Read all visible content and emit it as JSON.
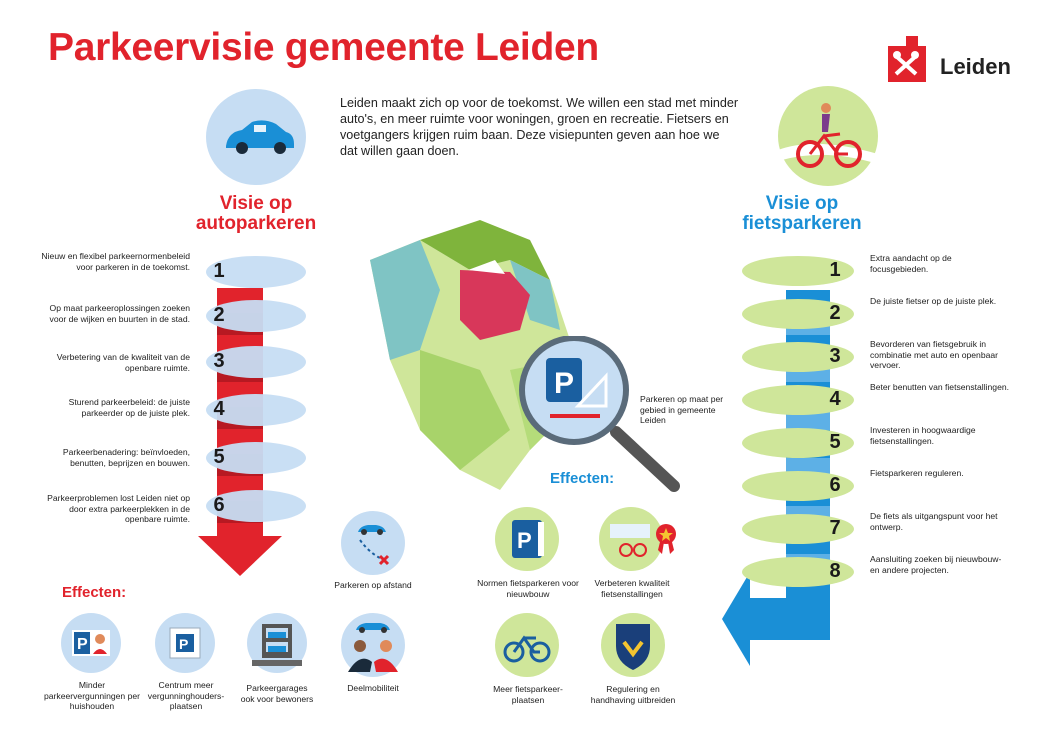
{
  "title": "Parkeervisie gemeente Leiden",
  "logo": {
    "text": "Leiden"
  },
  "intro": "Leiden maakt zich op voor de toekomst. We willen een stad met minder auto's, en meer ruimte voor woningen, groen en recreatie. Fietsers en voetgangers krijgen ruim baan. Deze visiepunten geven aan hoe we dat willen gaan doen.",
  "car": {
    "title_line1": "Visie op",
    "title_line2": "autoparkeren",
    "items": [
      {
        "num": "1",
        "text": "Nieuw en flexibel parkeernormenbeleid voor parkeren in de toekomst."
      },
      {
        "num": "2",
        "text": "Op maat parkeeroplossingen zoeken voor de wijken en buurten in de stad."
      },
      {
        "num": "3",
        "text": "Verbetering van de kwaliteit van de openbare ruimte."
      },
      {
        "num": "4",
        "text": "Sturend parkeerbeleid: de juiste parkeerder op de juiste plek."
      },
      {
        "num": "5",
        "text": "Parkeerbenadering: beïnvloeden, benutten, beprijzen en bouwen."
      },
      {
        "num": "6",
        "text": "Parkeerproblemen lost Leiden niet op door extra parkeerplekken in de openbare ruimte."
      }
    ]
  },
  "bike": {
    "title_line1": "Visie op",
    "title_line2": "fietsparkeren",
    "items": [
      {
        "num": "1",
        "text": "Extra aandacht op de focusgebieden."
      },
      {
        "num": "2",
        "text": "De juiste fietser op de juiste plek."
      },
      {
        "num": "3",
        "text": "Bevorderen van fietsgebruik in combinatie met auto en openbaar vervoer."
      },
      {
        "num": "4",
        "text": "Beter benutten van fietsenstallingen."
      },
      {
        "num": "5",
        "text": "Investeren in hoogwaardige fietsenstallingen."
      },
      {
        "num": "6",
        "text": "Fietsparkeren reguleren."
      },
      {
        "num": "7",
        "text": "De fiets als uitgangspunt voor het ontwerp."
      },
      {
        "num": "8",
        "text": "Aansluiting zoeken bij nieuwbouw- en andere projecten."
      }
    ]
  },
  "map": {
    "caption": "Parkeren op maat per gebied in gemeente Leiden"
  },
  "car_effects": {
    "heading": "Effecten:",
    "items": [
      {
        "icon": "parking-permit-icon",
        "label": "Minder parkeervergunningen per huishouden"
      },
      {
        "icon": "parking-spots-icon",
        "label": "Centrum meer vergunninghouders-plaatsen"
      },
      {
        "icon": "parking-garage-icon",
        "label": "Parkeergarages ook voor bewoners"
      },
      {
        "icon": "distance-parking-icon",
        "label": "Parkeren op afstand"
      },
      {
        "icon": "car-sharing-icon",
        "label": "Deelmobiliteit"
      }
    ]
  },
  "bike_effects": {
    "heading": "Effecten:",
    "items": [
      {
        "icon": "parking-book-icon",
        "label": "Normen fietsparkeren voor nieuwbouw"
      },
      {
        "icon": "quality-award-icon",
        "label": "Verbeteren kwaliteit fietsenstallingen"
      },
      {
        "icon": "bike-rack-icon",
        "label": "Meer fietsparkeer-plaatsen"
      },
      {
        "icon": "enforcement-badge-icon",
        "label": "Regulering en handhaving uitbreiden"
      }
    ]
  },
  "colors": {
    "red": "#e1232c",
    "blue": "#1a8fd6",
    "lightblue": "#c6ddf3",
    "lightgreen": "#cfe69a",
    "green": "#7fb43c"
  }
}
